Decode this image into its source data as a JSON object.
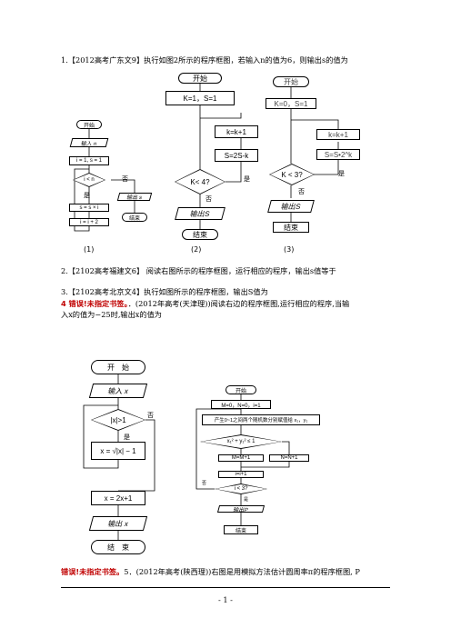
{
  "q1": "1.【2012高考广东文9】执行如图2所示的程序框图，若输入n的值为6，则输出s的值为",
  "q2": "2.【2102高考福建文6】  阅读右图所示的程序框图，运行相应的程序，输出s值等于",
  "q3": "3.【2102高考北京文4】执行如图所示的程序框图，输出S值为",
  "q4_err": "4 错误!未指定书签。",
  "q4_text": "．(2012年高考(天津理))阅读右边的程序框图,运行相应的程序,当输",
  "q4_text2": "入x的值为−25时,输出x的值为",
  "q5_err": "错误!未指定书签。",
  "q5_text": "5．(2012年高考(陕西理))右图是用模拟方法估计圆周率π的程序框图, P",
  "page_number": "- 1 -",
  "fig1": {
    "start": "开始",
    "input": "输入 n",
    "init": "i = 1, s = 1",
    "cond": "i < n",
    "yes": "是",
    "no": "否",
    "s_update": "s = s × i",
    "i_update": "i = i + 2",
    "output": "输出 s",
    "end": "结束",
    "caption": "(1)"
  },
  "fig2": {
    "start": "开始",
    "init": "K=1，S=1",
    "k_update": "k=k+1",
    "s_update": "S=2S-k",
    "cond": "K< 4?",
    "yes": "是",
    "no": "否",
    "output": "输出S",
    "end": "结束",
    "caption": "(2)"
  },
  "fig3": {
    "start": "开始",
    "init": "K=0，S=1",
    "k_update": "k=k+1",
    "s_update": "S=S•2^k",
    "cond": "K < 3?",
    "yes": "是",
    "no": "否",
    "output": "输出S",
    "end": "结束",
    "caption": "(3)"
  },
  "fig4": {
    "start": "开　始",
    "input": "输入 x",
    "cond": "|x|>1",
    "yes": "是",
    "no": "否",
    "update": "x = √|x| − 1",
    "assign": "x = 2x+1",
    "output": "输出 x",
    "end": "结　束"
  },
  "fig5": {
    "start": "开始",
    "init": "M=0，N=0，i=1",
    "gen": "产生0~1之间两个随机数分别赋值给 x₁，y₁",
    "cond1": "x₁² + y₁² ≤ 1",
    "m_update": "M=M+1",
    "n_update": "N=N+1",
    "i_update": "i=i+1",
    "cond2": "i < 3?",
    "output": "输出P",
    "end": "结束",
    "yes": "是",
    "no": "否"
  }
}
